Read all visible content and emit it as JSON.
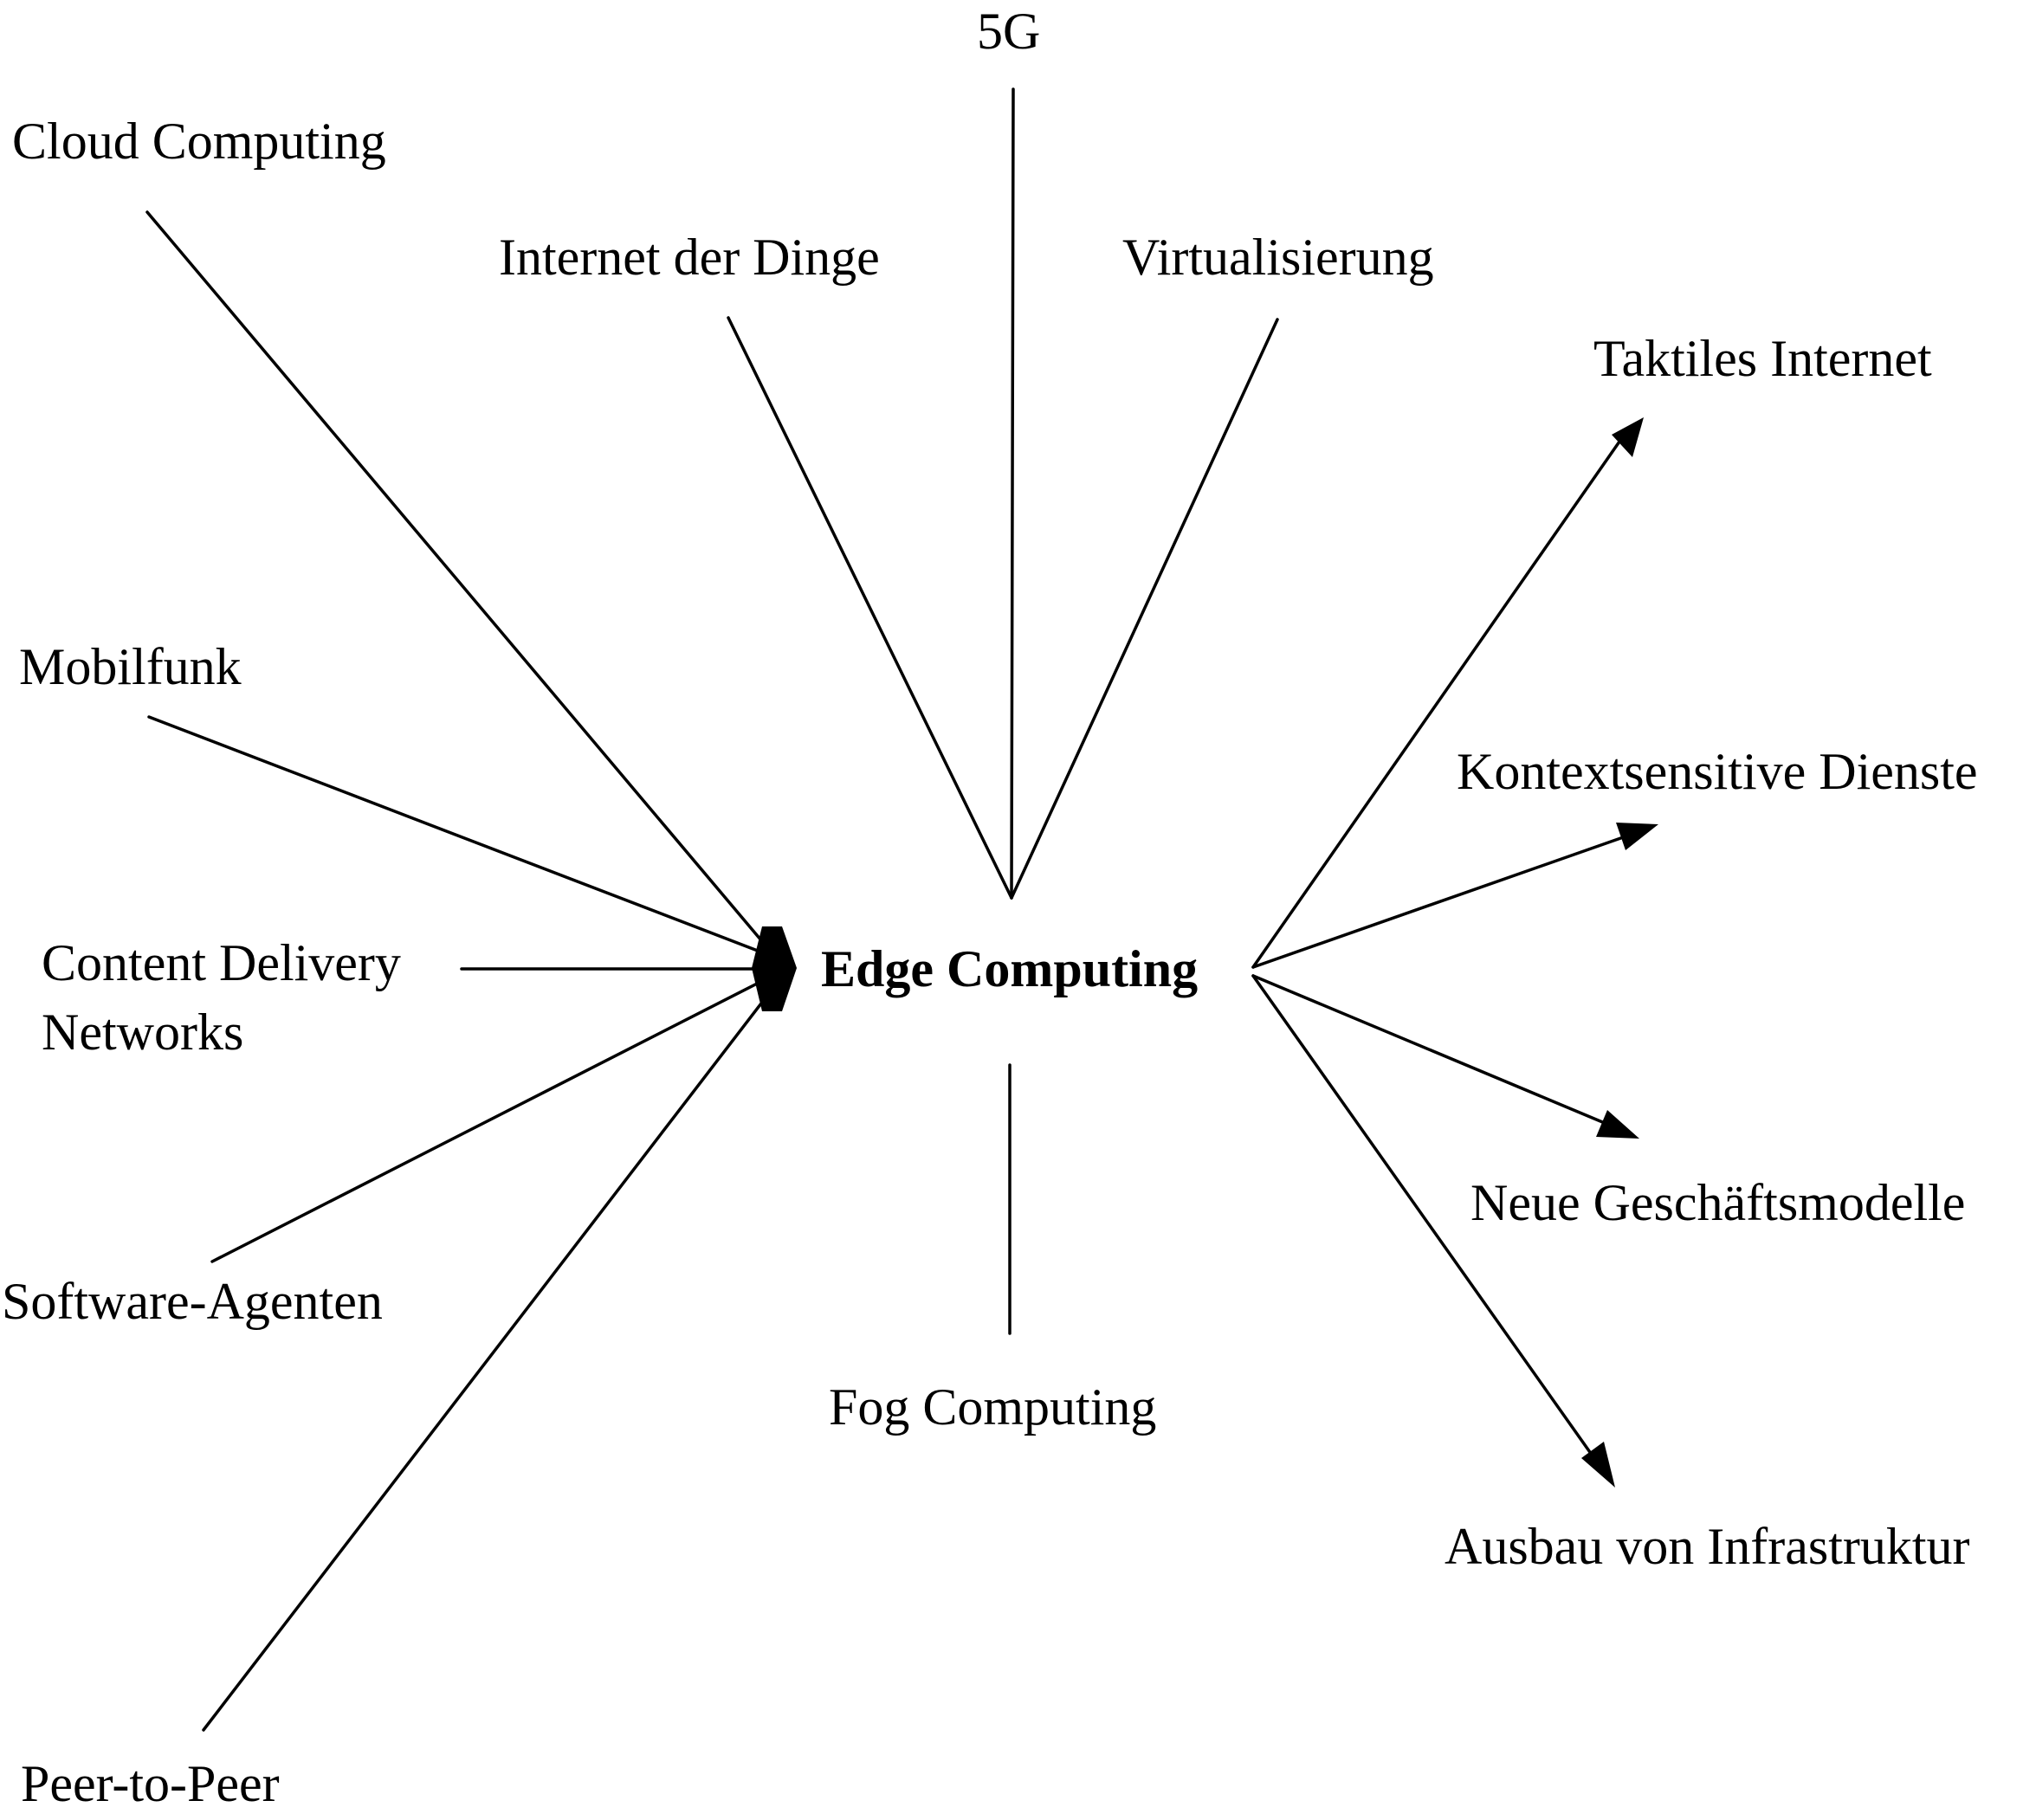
{
  "diagram": {
    "center": "Edge Computing",
    "inputs": {
      "cloud": "Cloud Computing",
      "mobile": "Mobilfunk",
      "cdn_line1": "Content Delivery",
      "cdn_line2": "Networks",
      "agents": "Software-Agenten",
      "p2p": "Peer-to-Peer",
      "iot": "Internet der Dinge",
      "fiveg": "5G",
      "virt": "Virtualisierung",
      "fog": "Fog Computing"
    },
    "outputs": {
      "tactile": "Taktiles Internet",
      "context": "Kontextsensitive Dienste",
      "business": "Neue Geschäftsmodelle",
      "infra": "Ausbau von Infrastruktur"
    }
  }
}
